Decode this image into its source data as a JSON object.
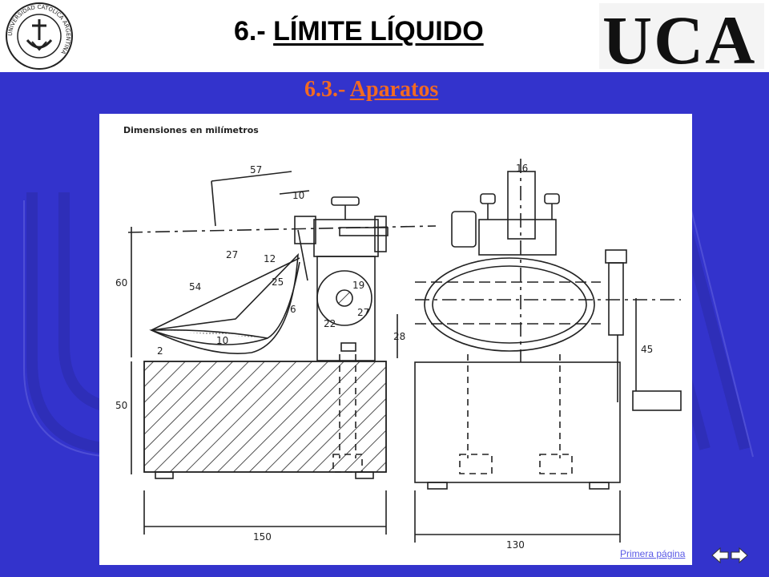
{
  "header": {
    "title_prefix": "6.- ",
    "title_main": "LÍMITE LÍQUIDO",
    "logo_text": "UCA",
    "seal_text": "UNIVERSIDAD CATOLICA ARGENTINA"
  },
  "subtitle": {
    "prefix": "6.3.- ",
    "main": "Aparatos"
  },
  "drawing": {
    "caption": "Dimensiones en milímetros",
    "dims": {
      "d57": "57",
      "d10": "10",
      "d27a": "27",
      "d12": "12",
      "d25": "25",
      "d54": "54",
      "d60": "60",
      "d6": "6",
      "d19": "19",
      "d22": "22",
      "d27b": "27",
      "d28": "28",
      "d10b": "10",
      "d2": "2",
      "d50": "50",
      "d150": "150",
      "d16": "16",
      "d45": "45",
      "d130": "130"
    }
  },
  "nav": {
    "first_page": "Primera página",
    "prev_icon": "arrow-left-icon",
    "next_icon": "arrow-right-icon"
  },
  "colors": {
    "background": "#3333cc",
    "subtitle": "#f26a22",
    "link": "#5a5ae6"
  }
}
